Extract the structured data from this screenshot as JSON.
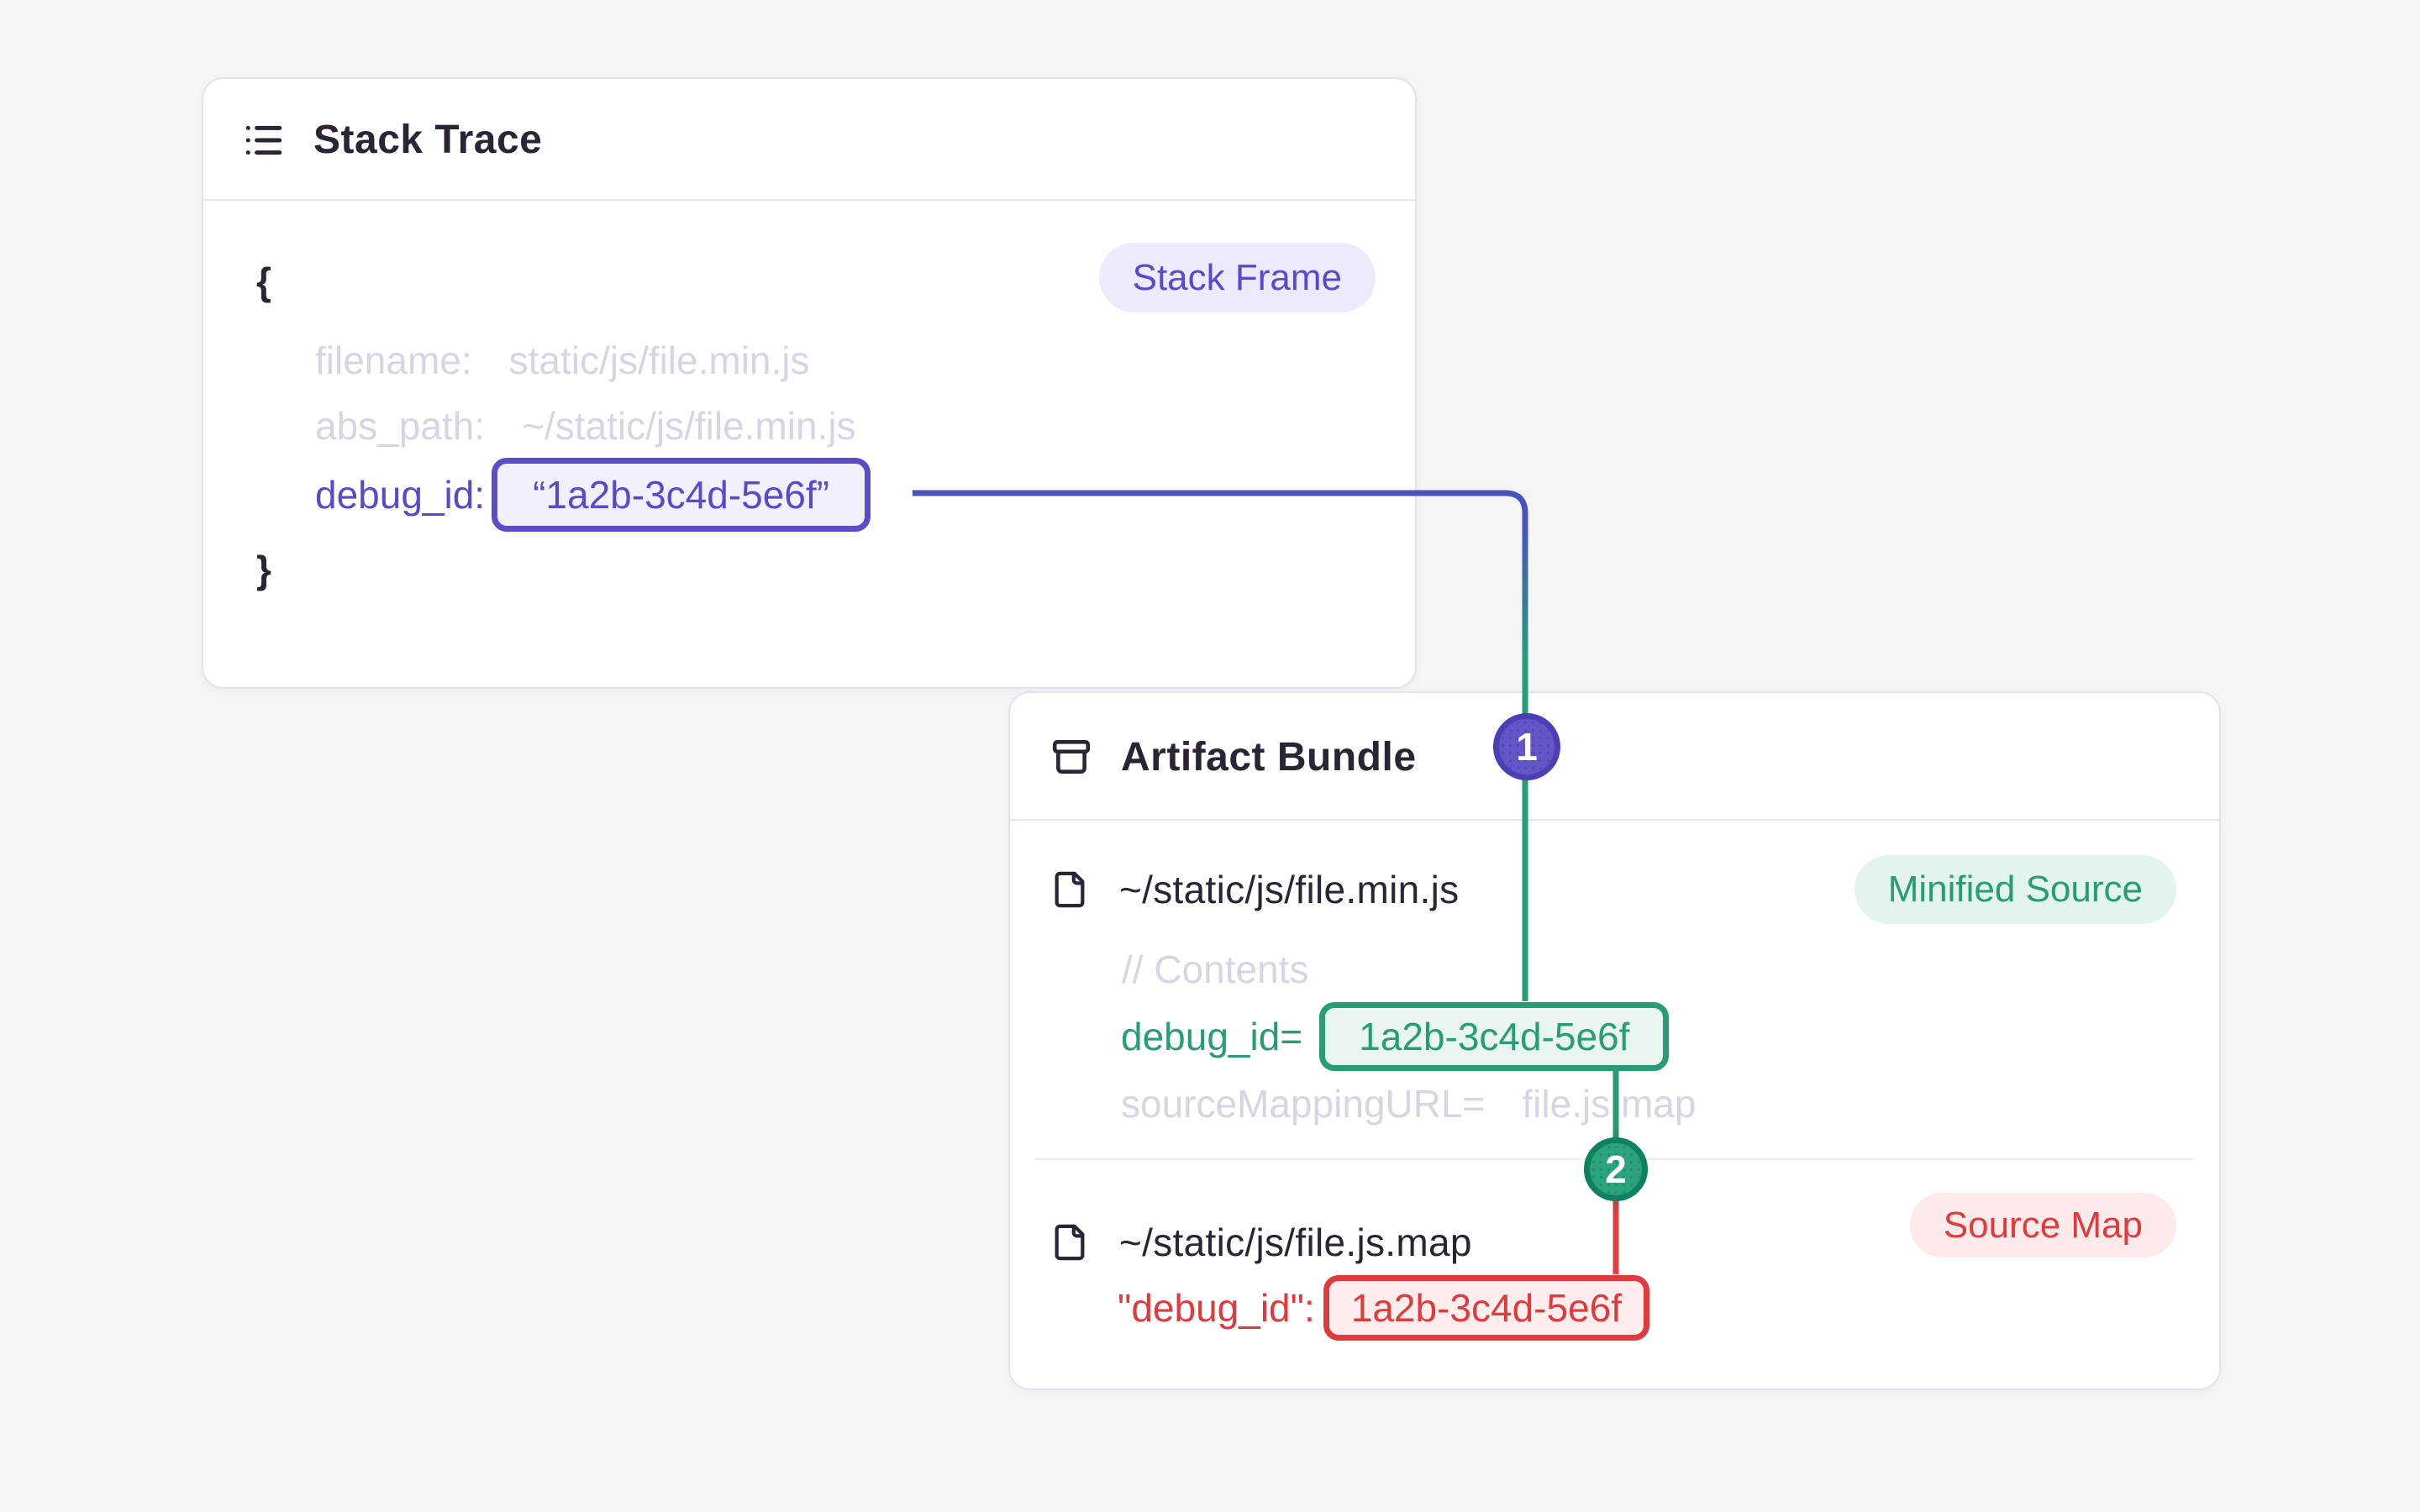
{
  "colors": {
    "page_bg": "#f5f5f8",
    "card_bg": "#ffffff",
    "card_border": "#e4e2ec",
    "dark_text": "#2b2435",
    "muted_text": "#d8d5e3",
    "purple": "#5a49c8",
    "purple_fill": "#f2f0fd",
    "purple_badge_bg": "#edeafc",
    "indigo_line": "#4a53ba",
    "green": "#279c77",
    "green_fill": "#e9f6f0",
    "green_badge_bg": "#e2f4ec",
    "red": "#df3b3e",
    "red_fill": "#fdeded",
    "red_badge_bg": "#fdeaea",
    "circle1_fill": "#6356c9",
    "circle2_fill": "#2ba37d"
  },
  "stack_trace": {
    "title": "Stack Trace",
    "badge": "Stack Frame",
    "open_brace": "{",
    "close_brace": "}",
    "filename_label": "filename:",
    "filename_value": "static/js/file.min.js",
    "abs_path_label": "abs_path:",
    "abs_path_value": "~/static/js/file.min.js",
    "debug_id_label": "debug_id:",
    "debug_id_value": "“1a2b-3c4d-5e6f”"
  },
  "artifact_bundle": {
    "title": "Artifact Bundle",
    "minified_file": {
      "path": "~/static/js/file.min.js",
      "badge": "Minified Source",
      "comment": "// Contents",
      "debug_id_label": "debug_id=",
      "debug_id_value": "1a2b-3c4d-5e6f",
      "source_mapping_label": "sourceMappingURL=",
      "source_mapping_value": "file.js.map"
    },
    "source_map_file": {
      "path": "~/static/js/file.js.map",
      "badge": "Source Map",
      "debug_id_label": "\"debug_id\":",
      "debug_id_value": "1a2b-3c4d-5e6f"
    }
  },
  "steps": {
    "one": "1",
    "two": "2"
  }
}
